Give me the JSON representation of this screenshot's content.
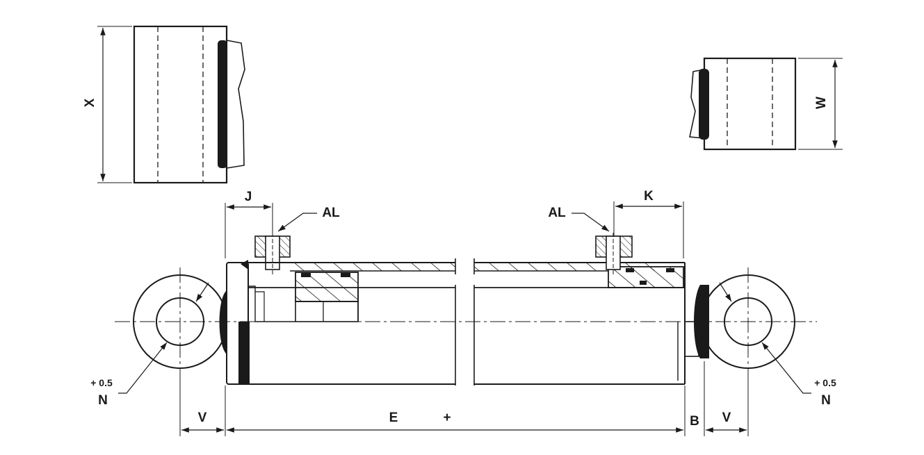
{
  "drawing": {
    "dimensions": {
      "x": "X",
      "w": "W",
      "j": "J",
      "k": "K",
      "al_left": "AL",
      "al_right": "AL",
      "v_left": "V",
      "v_right": "V",
      "e": "E",
      "plus": "+",
      "b": "B",
      "n_left": "N",
      "n_right": "N",
      "tol_left": "+ 0.5",
      "tol_right": "+ 0.5"
    }
  }
}
